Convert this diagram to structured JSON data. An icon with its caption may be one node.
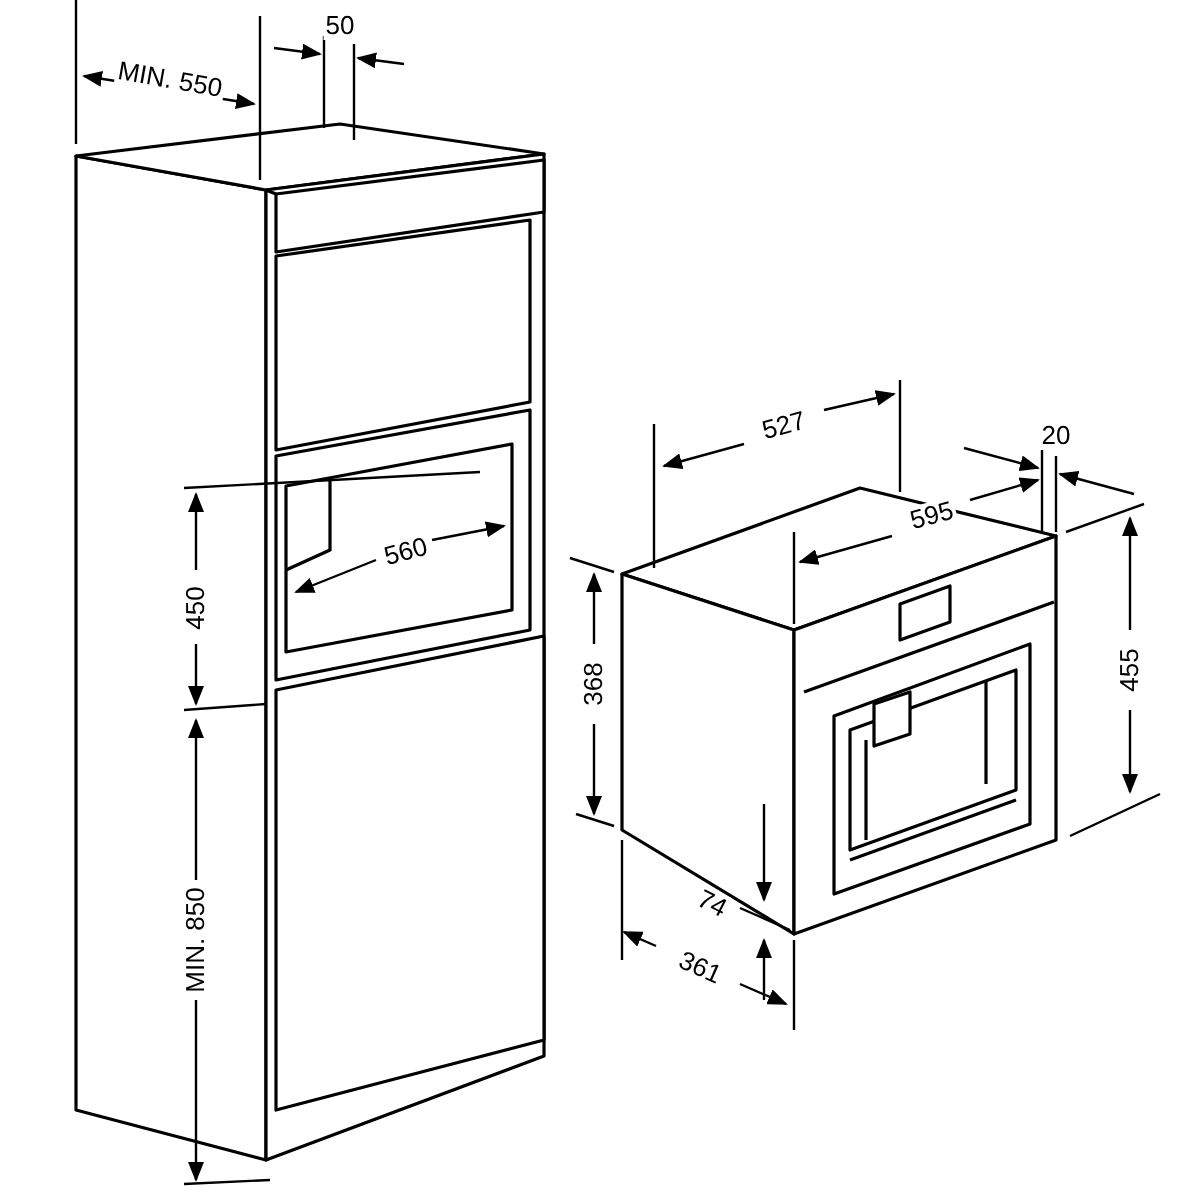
{
  "diagram": {
    "labels": [
      "MIN. 550",
      "50",
      "527",
      "20",
      "595",
      "560",
      "450",
      "368",
      "455",
      "74",
      "361",
      "MIN. 850"
    ]
  }
}
